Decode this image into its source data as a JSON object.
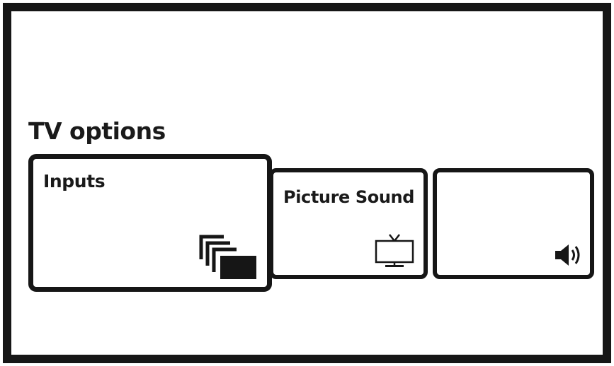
{
  "page": {
    "title": "TV options"
  },
  "tiles": [
    {
      "id": "inputs",
      "label": "Inputs",
      "icon": "inputs-stack-icon",
      "focused": true
    },
    {
      "id": "picture",
      "label": "Picture Sound",
      "icon": "tv-icon",
      "focused": false
    },
    {
      "id": "sound",
      "label": "",
      "icon": "speaker-icon",
      "focused": false
    }
  ],
  "colors": {
    "frame": "#161616",
    "background": "#ffffff",
    "text": "#1a1a1a"
  }
}
